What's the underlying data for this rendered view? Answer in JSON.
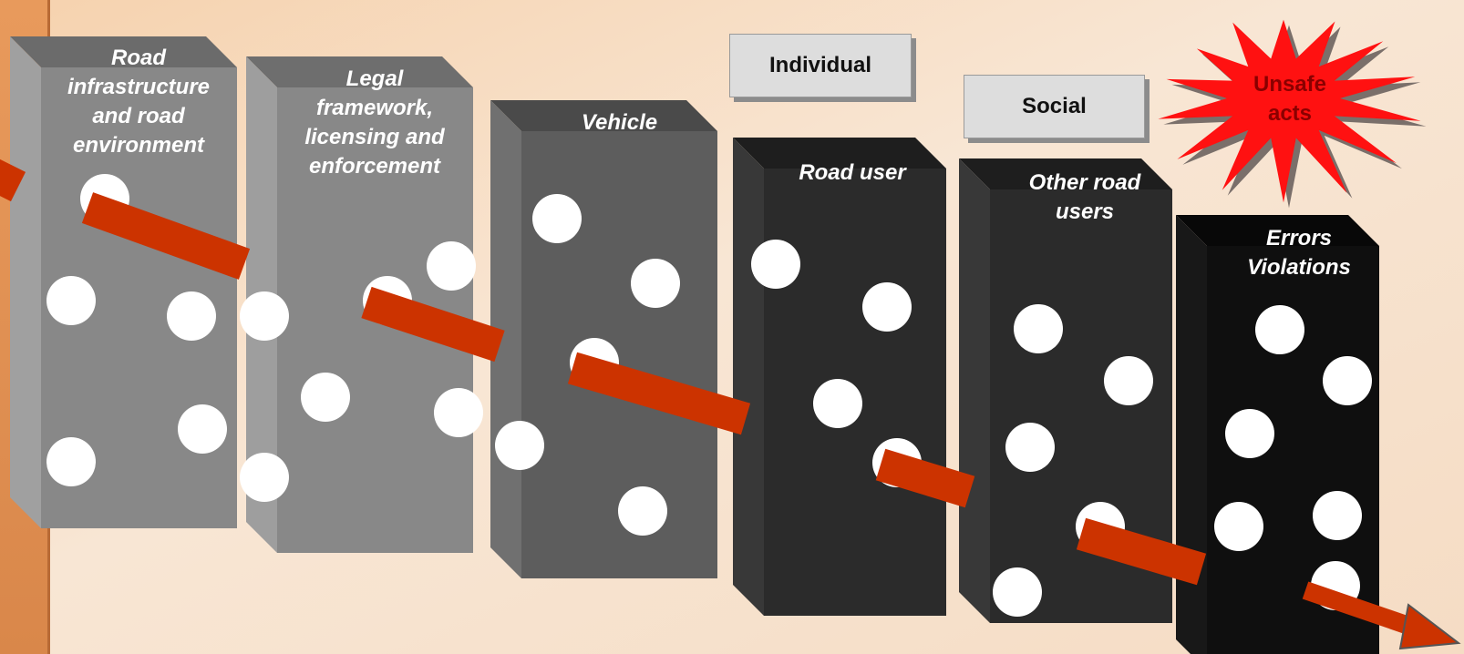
{
  "colors": {
    "arrow": "#cc3300",
    "hole": "#ffffff",
    "burst_fill": "#ff1111",
    "burst_text": "#8a0000",
    "tag_fill": "#dddddd"
  },
  "blocks": [
    {
      "label": "Road\ninfrastructure\nand road\nenvironment",
      "face": "#888888",
      "side": "#a0a0a0",
      "top": "#6b6b6b"
    },
    {
      "label": "Legal\nframework,\nlicensing and\nenforcement",
      "face": "#888888",
      "side": "#9e9e9e",
      "top": "#6e6e6e"
    },
    {
      "label": "Vehicle",
      "face": "#5d5d5d",
      "side": "#707070",
      "top": "#4a4a4a"
    },
    {
      "label": "Road user",
      "face": "#2b2b2b",
      "side": "#383838",
      "top": "#1e1e1e"
    },
    {
      "label": "Other road\nusers",
      "face": "#2b2b2b",
      "side": "#383838",
      "top": "#1e1e1e"
    },
    {
      "label": "Errors\nViolations",
      "face": "#0f0f0f",
      "side": "#181818",
      "top": "#080808"
    }
  ],
  "tags": {
    "individual": "Individual",
    "social": "Social"
  },
  "burst": {
    "label": "Unsafe\nacts"
  }
}
